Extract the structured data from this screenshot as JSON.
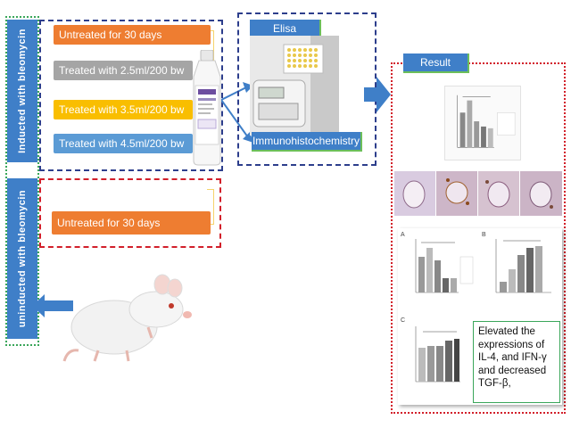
{
  "groups": {
    "induced_label": "Inducted with bleomycin",
    "uninduced_label": "uninducted with bleomycin"
  },
  "treatments": [
    {
      "label": "Untreated for 30 days",
      "color": "#ee7d31"
    },
    {
      "label": "Treated with 2.5ml/200 bw",
      "color": "#a5a5a5"
    },
    {
      "label": "Treated with 3.5ml/200 bw",
      "color": "#f9be00"
    },
    {
      "label": "Treated with 4.5ml/200 bw",
      "color": "#5b9bd5"
    }
  ],
  "control": {
    "label": "Untreated for 30 days",
    "color": "#ee7d31"
  },
  "methods": {
    "elisa_label": "Elisa",
    "ihc_label": "Immunohistochemistry"
  },
  "result": {
    "title": "Result",
    "panel_labels": [
      "A",
      "B",
      "C"
    ],
    "caption": "Elevated the expressions of IL-4, and IFN-γ and decreased TGF-β,"
  },
  "colors": {
    "accent_blue": "#3f7fc8",
    "frame_navy": "#2d3e8c",
    "frame_red": "#d21f2a",
    "frame_green": "#3aa65a"
  },
  "icons": [
    "arrow-right-icon",
    "arrow-left-icon",
    "bottle-icon",
    "rat-image",
    "elisa-reader-image",
    "histology-image"
  ]
}
